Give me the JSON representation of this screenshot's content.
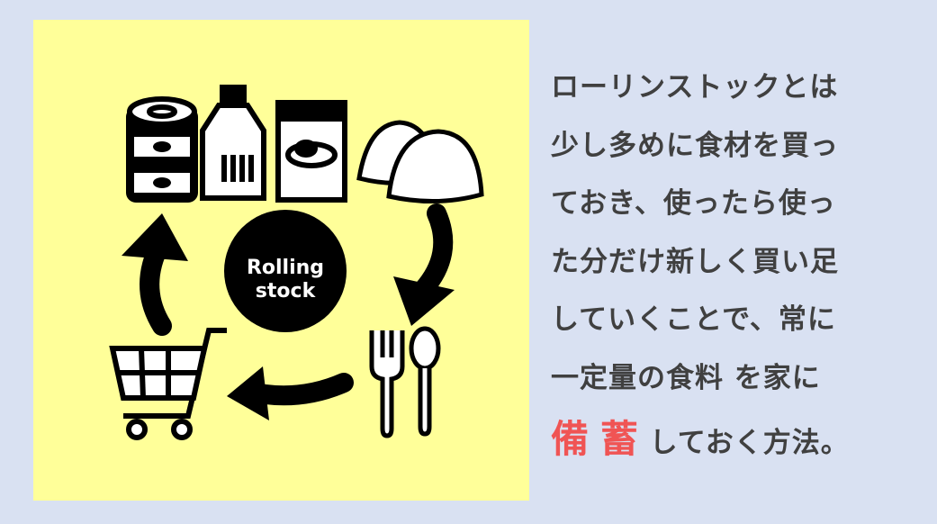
{
  "illustration": {
    "center_label_line1": "Rolling",
    "center_label_line2": "stock",
    "colors": {
      "panel": "#ffff99",
      "background": "#d9e1f2",
      "text": "#404040",
      "accent": "#f05454"
    }
  },
  "description": {
    "lines": [
      "ローリンストックとは",
      "少し多めに食材を買っ",
      "ておき、使ったら使っ",
      "た分だけ新しく買い足",
      "していくことで、常に",
      "一定量の食料 を家に"
    ],
    "highlight_1": "備",
    "highlight_2": "蓄",
    "last_line_rest": "しておく方法。"
  }
}
